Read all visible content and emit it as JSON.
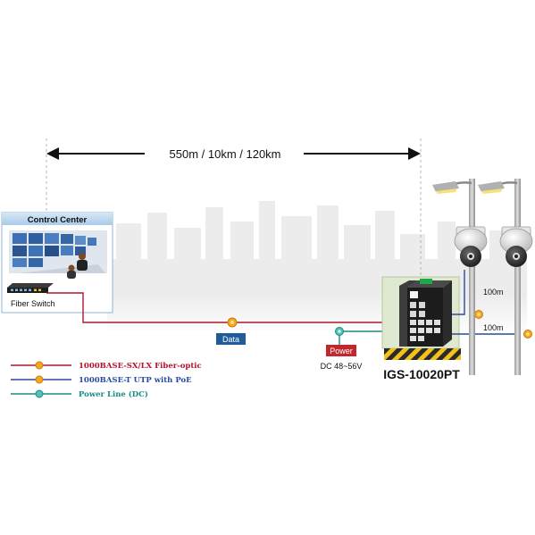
{
  "distance": {
    "label": "550m / 10km / 120km"
  },
  "control_center": {
    "title": "Control Center",
    "switch_label": "Fiber Switch"
  },
  "data_tag": "Data",
  "power": {
    "tag": "Power",
    "voltage": "DC 48~56V"
  },
  "device": {
    "model": "IGS-10020PT"
  },
  "cables": {
    "label_upper": "100m",
    "label_lower": "100m"
  },
  "legend": [
    {
      "text": "1000BASE-SX/LX Fiber-optic",
      "color": "#b0152b"
    },
    {
      "text": "1000BASE-T UTP with PoE",
      "color": "#2a4aa0"
    },
    {
      "text": "Power Line (DC)",
      "color": "#1a8a86"
    }
  ]
}
